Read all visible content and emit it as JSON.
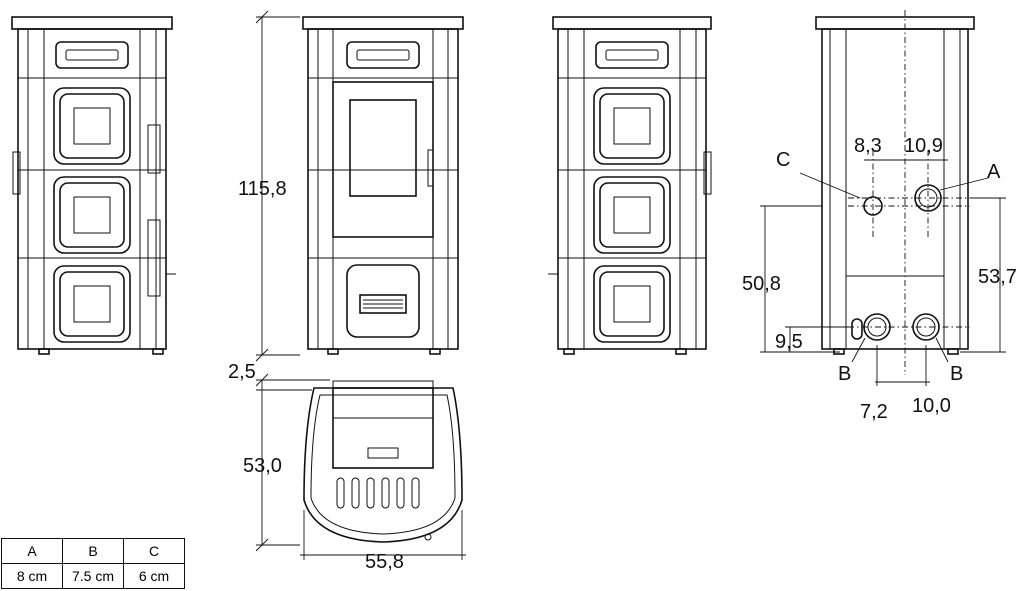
{
  "dimensions": {
    "height_total": "115,8",
    "depth": "53,0",
    "width": "55,8",
    "top_offset": "2,5",
    "flue_height_right": "53,7",
    "inlet_height_left": "50,8",
    "bottom_height": "9,5",
    "offset_c": "8,3",
    "offset_a": "10,9",
    "offset_b_left": "7,2",
    "offset_b_right": "10,0"
  },
  "connection_labels": {
    "a": "A",
    "b_left": "B",
    "b_right": "B",
    "c": "C"
  },
  "legend_table": {
    "headers": [
      "A",
      "B",
      "C"
    ],
    "values": [
      "8 cm",
      "7.5 cm",
      "6 cm"
    ]
  }
}
